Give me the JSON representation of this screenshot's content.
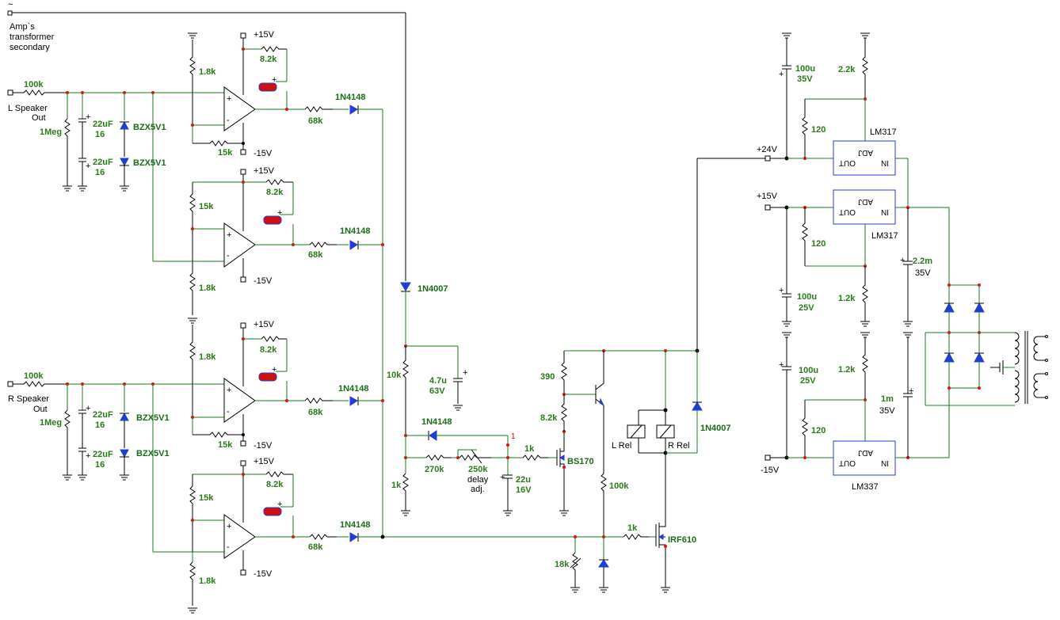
{
  "labels": {
    "tilde": "~",
    "transformer": [
      "Amp`s",
      "transformer",
      "secondary"
    ],
    "l_speaker": [
      "L Speaker",
      "Out"
    ],
    "r_speaker": [
      "R Speaker",
      "Out"
    ],
    "plus15": "+15V",
    "minus15": "-15V",
    "plus24": "+24V",
    "lm317": "LM317",
    "lm337": "LM337",
    "ic_out": "OUT",
    "ic_adj": "ADJ",
    "ic_in": "IN",
    "l_rel": "L Rel",
    "r_rel": "R Rel",
    "delay_adj": [
      "delay",
      "adj."
    ],
    "node_1": "1"
  },
  "values": {
    "r100k": "100k",
    "r1meg": "1Meg",
    "c22uf": "22uF",
    "v16": "16",
    "bzx": "BZX5V1",
    "r1_8k": "1.8k",
    "r8_2k": "8.2k",
    "r15k": "15k",
    "r68k": "68k",
    "d1n4148": "1N4148",
    "d1n4007": "1N4007",
    "r10k": "10k",
    "c4_7u": "4.7u",
    "v63": "63V",
    "r1k": "1k",
    "r270k": "270k",
    "r250k": "250k",
    "c22u": "22u",
    "v16v": "16V",
    "r390": "390",
    "bs170": "BS170",
    "irf610": "IRF610",
    "r18k": "18k",
    "c100u": "100u",
    "v35": "35V",
    "v25": "25V",
    "r2_2k": "2.2k",
    "r120": "120",
    "r1_2k": "1.2k",
    "c2_2m": "2.2m",
    "c1m": "1m"
  }
}
